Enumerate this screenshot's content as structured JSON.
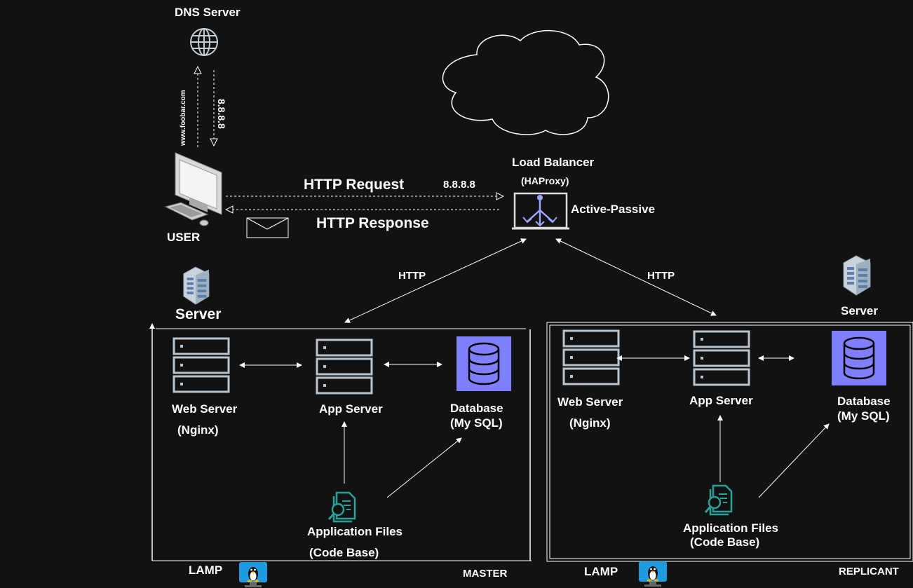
{
  "dns": {
    "title": "DNS Server",
    "query": "www.foobar.com",
    "answer": "8.8.8.8"
  },
  "user": {
    "label": "USER"
  },
  "traffic": {
    "request": "HTTP Request",
    "response": "HTTP Response",
    "ip": "8.8.8.8"
  },
  "load_balancer": {
    "title": "Load Balancer",
    "software": "(HAProxy)",
    "mode": "Active-Passive"
  },
  "links": {
    "left": "HTTP",
    "right": "HTTP"
  },
  "master": {
    "server_label": "Server",
    "web_server": "Web Server",
    "web_software": "(Nginx)",
    "app_server": "App Server",
    "database": "Database",
    "db_software": "(My SQL)",
    "files": "Application Files",
    "files_sub": "(Code Base)",
    "stack": "LAMP",
    "role": "MASTER"
  },
  "replica": {
    "server_label": "Server",
    "web_server": "Web Server",
    "web_software": "(Nginx)",
    "app_server": "App Server",
    "database": "Database",
    "db_software": "(My SQL)",
    "files": "Application Files",
    "files_sub": "(Code Base)",
    "stack": "LAMP",
    "role": "REPLICANT"
  },
  "colors": {
    "background": "#121212",
    "line": "#ffffff",
    "database_fill": "#7f7fff",
    "rack": "#b9c4cc",
    "files_icon": "#2aa198"
  }
}
